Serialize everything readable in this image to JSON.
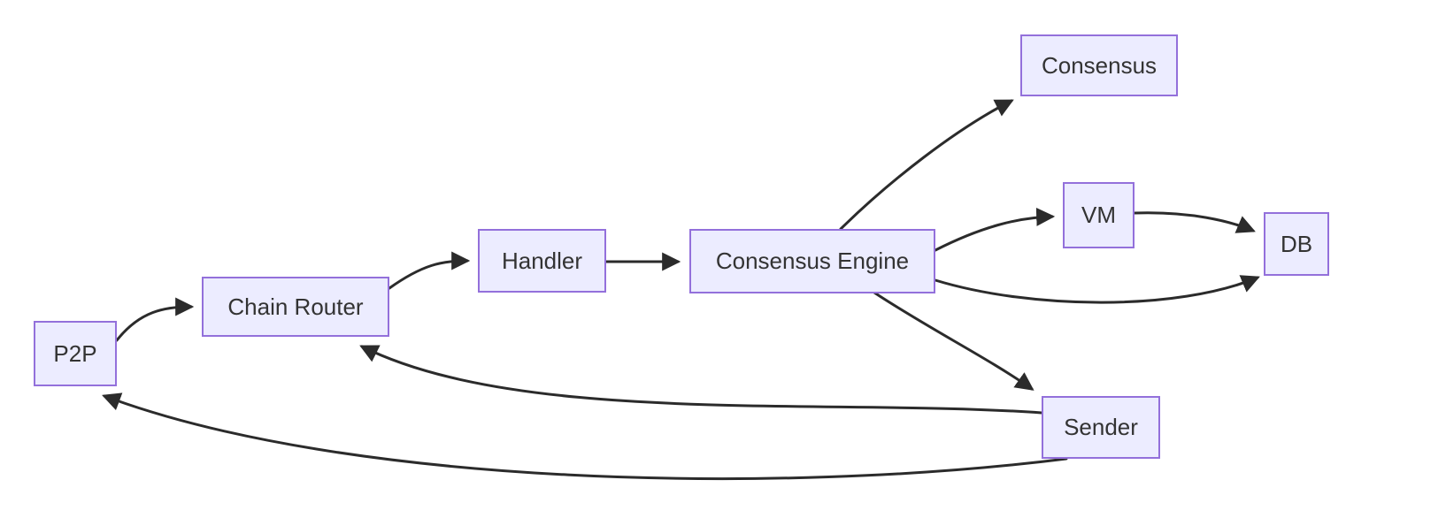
{
  "diagram": {
    "type": "flowchart",
    "direction": "left-to-right",
    "nodes": {
      "p2p": {
        "label": "P2P"
      },
      "chain_router": {
        "label": "Chain Router"
      },
      "handler": {
        "label": "Handler"
      },
      "consensus_engine": {
        "label": "Consensus Engine"
      },
      "consensus": {
        "label": "Consensus"
      },
      "vm": {
        "label": "VM"
      },
      "db": {
        "label": "DB"
      },
      "sender": {
        "label": "Sender"
      }
    },
    "edges": [
      {
        "from": "P2P",
        "to": "Chain Router",
        "arrow": true
      },
      {
        "from": "Chain Router",
        "to": "Handler",
        "arrow": true
      },
      {
        "from": "Handler",
        "to": "Consensus Engine",
        "arrow": true
      },
      {
        "from": "Consensus Engine",
        "to": "Consensus",
        "arrow": true
      },
      {
        "from": "Consensus Engine",
        "to": "VM",
        "arrow": true
      },
      {
        "from": "VM",
        "to": "DB",
        "arrow": true
      },
      {
        "from": "Consensus Engine",
        "to": "DB",
        "arrow": true
      },
      {
        "from": "Consensus Engine",
        "to": "Sender",
        "arrow": true
      },
      {
        "from": "Sender",
        "to": "Chain Router",
        "arrow": true
      },
      {
        "from": "Sender",
        "to": "P2P",
        "arrow": true
      }
    ],
    "colors": {
      "node_fill": "#ECECFF",
      "node_border": "#9370DB",
      "edge": "#2b2b2b",
      "text": "#333333",
      "background": "#FFFFFF"
    }
  }
}
